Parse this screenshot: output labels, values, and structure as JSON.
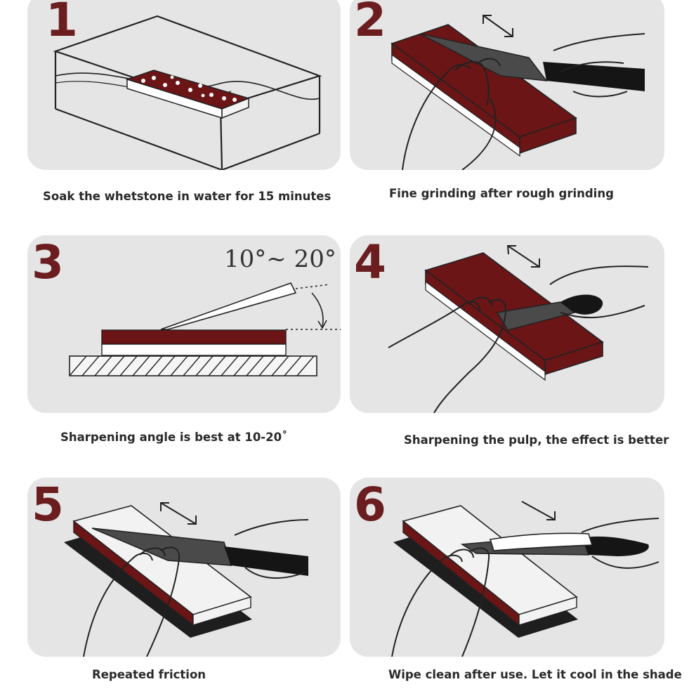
{
  "steps": [
    {
      "number": "1",
      "caption": "Soak the whetstone in water for 15 minutes"
    },
    {
      "number": "2",
      "caption": "Fine grinding after rough grinding"
    },
    {
      "number": "3",
      "caption": "Sharpening angle is best at 10-20˚",
      "angle_label": "10°~ 20°"
    },
    {
      "number": "4",
      "caption": "Sharpening the pulp, the effect is better"
    },
    {
      "number": "5",
      "caption": "Repeated friction"
    },
    {
      "number": "6",
      "caption": "Wipe clean after use. Let it cool in the shade"
    }
  ],
  "colors": {
    "stone": "#6b1516",
    "panel": "#e5e5e5",
    "number": "#6b1d1f",
    "line": "#222222"
  }
}
